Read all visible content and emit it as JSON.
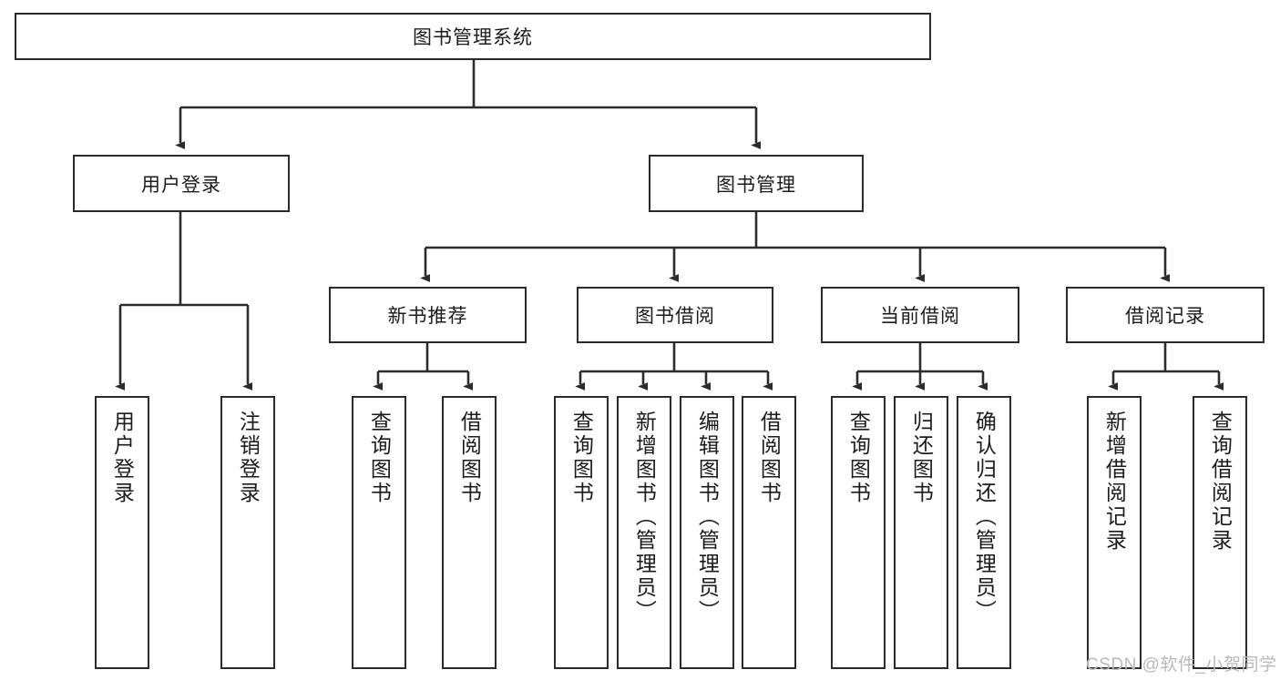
{
  "diagram": {
    "title": "图书管理系统",
    "watermark": "CSDN @软件_小贺同学",
    "stroke_color": "#2b2b2b",
    "fill_color": "#ffffff",
    "text_color": "#1b1b1b",
    "watermark_color": "#b9b9b9",
    "nodes": {
      "root": "图书管理系统",
      "level2": {
        "user_login": "用户登录",
        "book_manage": "图书管理"
      },
      "level3": {
        "new_book_recommend": "新书推荐",
        "book_borrow": "图书借阅",
        "current_borrow": "当前借阅",
        "borrow_record": "借阅记录"
      },
      "leaves": {
        "user_login": [
          "用户登录",
          "注销登录"
        ],
        "new_book_recommend": [
          "查询图书",
          "借阅图书"
        ],
        "book_borrow": [
          "查询图书",
          "新增图书（管理员）",
          "编辑图书（管理员）",
          "借阅图书"
        ],
        "current_borrow": [
          "查询图书",
          "归还图书",
          "确认归还（管理员）"
        ],
        "borrow_record": [
          "新增借阅记录",
          "查询借阅记录"
        ]
      }
    }
  }
}
